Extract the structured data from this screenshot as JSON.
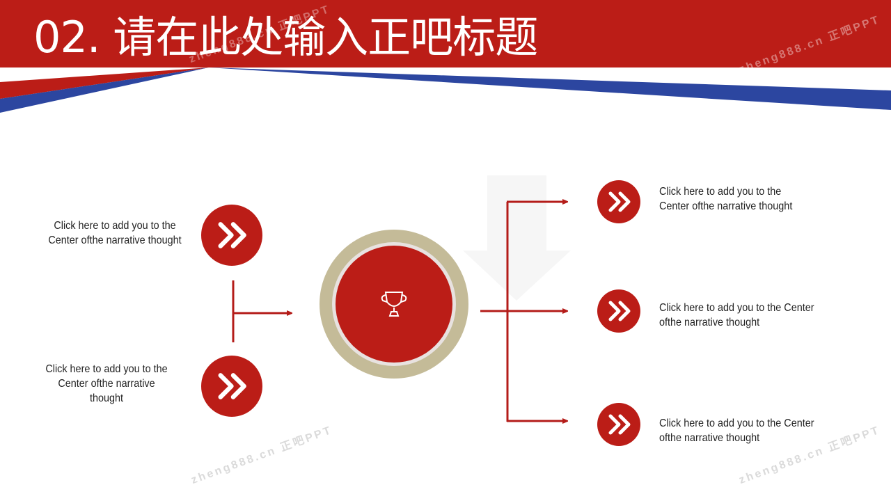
{
  "title": "02. 请在此处输入正吧标题",
  "colors": {
    "red": "#bb1d17",
    "blue": "#2c46a0",
    "tan": "#c4bb98"
  },
  "center_icon": "trophy-icon",
  "node_icon": "double-chevron-right-icon",
  "left_items": [
    {
      "text_line1": "Click here to add  you to the",
      "text_line2": "Center ofthe  narrative thought"
    },
    {
      "text_line1": "Click here to add  you to the",
      "text_line2": "Center ofthe  narrative",
      "text_line3": "thought"
    }
  ],
  "right_items": [
    {
      "text_line1": "Click here to add  you to the",
      "text_line2": "Center ofthe  narrative thought"
    },
    {
      "text_line1": "Click here to add  you to the Center",
      "text_line2": "ofthe  narrative thought"
    },
    {
      "text_line1": "Click here to add  you to the Center",
      "text_line2": "ofthe  narrative thought"
    }
  ],
  "watermark": "zheng888.cn 正吧PPT"
}
